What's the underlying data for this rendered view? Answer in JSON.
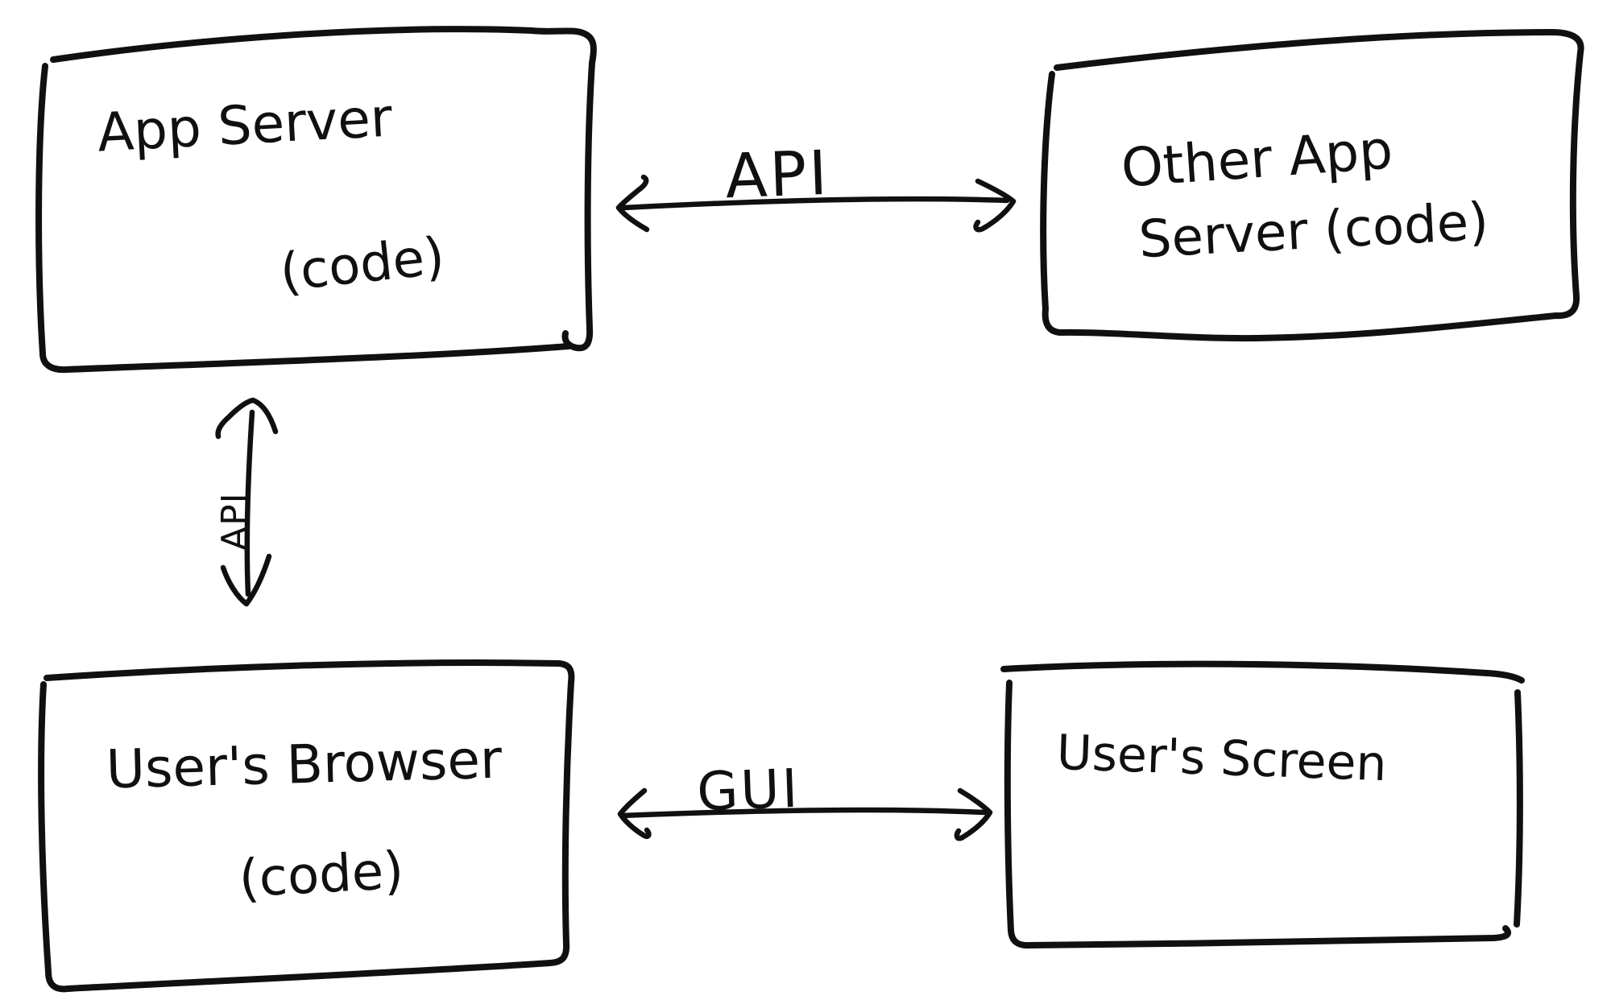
{
  "diagram": {
    "background_color": "#ffffff",
    "ink_color": "#101010",
    "style": "hand-drawn sketch",
    "nodes": [
      {
        "id": "app-server",
        "title": "App Server",
        "subtitle": "(code)"
      },
      {
        "id": "other-app-server",
        "title": "Other App",
        "subtitle": "Server (code)"
      },
      {
        "id": "users-browser",
        "title": "User's Browser",
        "subtitle": "(code)"
      },
      {
        "id": "users-screen",
        "title": "User's Screen"
      }
    ],
    "edges": [
      {
        "id": "api-top",
        "label": "API",
        "from": "app-server",
        "to": "other-app-server",
        "direction": "bidirectional",
        "orientation": "horizontal"
      },
      {
        "id": "api-left",
        "label": "API",
        "from": "app-server",
        "to": "users-browser",
        "direction": "bidirectional",
        "orientation": "vertical"
      },
      {
        "id": "gui-bottom",
        "label": "GUI",
        "from": "users-browser",
        "to": "users-screen",
        "direction": "bidirectional",
        "orientation": "horizontal"
      }
    ]
  }
}
